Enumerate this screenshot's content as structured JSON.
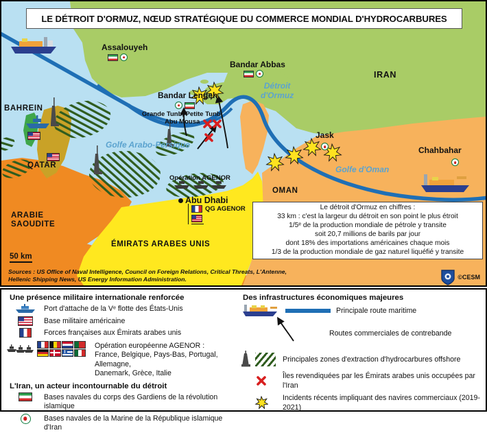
{
  "title": "LE DÉTROIT D'ORMUZ, NŒUD STRATÉGIQUE DU COMMERCE MONDIAL D'HYDROCARBURES",
  "map": {
    "cities": [
      {
        "name": "Assalouyeh",
        "icons": [
          "iran-flag",
          "navy-circle"
        ]
      },
      {
        "name": "Bandar Lengeh",
        "icons": [
          "navy-circle",
          "iran-flag"
        ]
      },
      {
        "name": "Bandar Abbas",
        "icons": [
          "iran-flag",
          "navy-circle"
        ]
      },
      {
        "name": "Jask",
        "icons": [
          "navy-circle"
        ]
      },
      {
        "name": "Chahbahar",
        "icons": [
          "navy-circle"
        ]
      },
      {
        "name": "Abu Dhabi",
        "icons": [
          "capital-dot"
        ]
      }
    ],
    "countries": [
      "IRAN",
      "BAHREIN",
      "QATAR",
      "ARABIE SAOUDITE",
      "ÉMIRATS ARABES UNIS",
      "OMAN"
    ],
    "seas": [
      "Golfe Arabo-Persique",
      "Détroit d'Ormuz",
      "Golfe d'Oman"
    ],
    "annotations": {
      "islands": "Grande Tunb, Petite Tunb,\nAbu Mousa",
      "islands_line1": "Grande Tunb, Petite Tunb,",
      "islands_line2": "Abu Mousa",
      "operation": "Opération AGENOR",
      "hq": "QG AGENOR"
    },
    "scale": "50 km",
    "sources_line1": "Sources : US Office of Naval Intelligence, Council on Foreign Relations, Critical Threats, L'Antenne,",
    "sources_line2": "Hellenic Shipping News, US Energy Information Administration.",
    "credit": "©CESM",
    "colors": {
      "sea": "#b9e0f2",
      "iran_green": "#a9cc66",
      "uae_yellow": "#ffe81f",
      "oman_orange": "#f7b25c",
      "saudi_orange": "#f08a22",
      "qatar_gold": "#c9a227",
      "bahrein_green": "#3fa64a",
      "route_blue": "#1f6fb5",
      "hatch_green": "#2f5c1e",
      "incident_yellow": "#ffe21f",
      "island_red": "#d81f1f"
    }
  },
  "infobox": {
    "lines": [
      "Le détroit d'Ormuz en chiffres :",
      "33 km : c'est la largeur du détroit en son point le plus étroit",
      "1/5ᵉ de la production mondiale de pétrole y transite",
      "soit 20,7 millions de barils par jour",
      "dont 18% des importations américaines chaque mois",
      "1/3 de la production mondiale de gaz naturel liquéfié y transite"
    ]
  },
  "legend": {
    "left": {
      "heading_military": "Une présence militaire internationale renforcée",
      "items": [
        {
          "icon": "warship-icon",
          "label": "Port d'attache de la Vᵉ flotte des États-Unis"
        },
        {
          "icon": "us-flag-icon",
          "label": "Base militaire américaine"
        },
        {
          "icon": "france-flag-icon",
          "label": "Forces françaises aux Émirats arabes unis"
        }
      ],
      "agenor": {
        "icon": "fleet-icon",
        "flags": [
          "France",
          "Belgique",
          "Pays-Bas",
          "Portugal",
          "Allemagne",
          "Danemark",
          "Grèce",
          "Italie"
        ],
        "line1": "Opération européenne AGENOR :",
        "line2": "France, Belgique, Pays-Bas, Portugal, Allemagne,",
        "line3": "Danemark, Grèce, Italie"
      },
      "heading_iran": "L'Iran, un acteur incontournable du détroit",
      "iran_items": [
        {
          "icon": "iran-flag-icon",
          "label": "Bases navales du corps des Gardiens de la révolution islamique"
        },
        {
          "icon": "navy-circle-icon",
          "label": "Bases navales de la Marine de la République islamique d'Iran"
        }
      ]
    },
    "right": {
      "heading": "Des infrastructures économiques majeures",
      "items": [
        {
          "icon": "route-line-icon",
          "label": "Principale route maritime"
        },
        {
          "icon": "smuggle-arrow-icon",
          "label": "Routes commerciales de contrebande"
        },
        {
          "icon": "oil-hatch-icon",
          "label": "Principales zones d'extraction d'hydrocarbures offshore"
        },
        {
          "icon": "red-x-icon",
          "label": "Îles revendiquées par les Émirats arabes unis occupées par l'Iran"
        },
        {
          "icon": "incident-star-icon",
          "label": "Incidents récents impliquant des navires commerciaux (2019-2021)"
        }
      ]
    }
  }
}
